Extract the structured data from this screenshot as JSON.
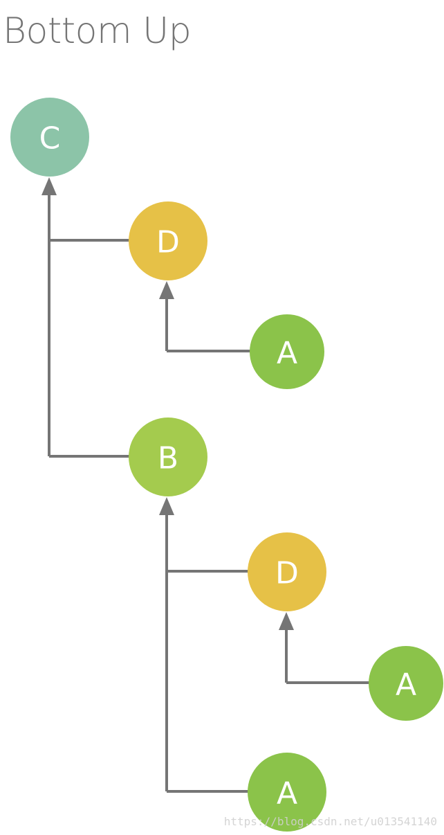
{
  "title": "Bottom Up",
  "colors": {
    "teal": "#8cc4a8",
    "yellow": "#e6c147",
    "light_green": "#a4cb4e",
    "green": "#8bc34a",
    "line": "#757575"
  },
  "nodes": {
    "c": {
      "label": "C",
      "color": "teal"
    },
    "d1": {
      "label": "D",
      "color": "yellow"
    },
    "a1": {
      "label": "A",
      "color": "green"
    },
    "b": {
      "label": "B",
      "color": "light_green"
    },
    "d2": {
      "label": "D",
      "color": "yellow"
    },
    "a2": {
      "label": "A",
      "color": "green"
    },
    "a3": {
      "label": "A",
      "color": "green"
    }
  },
  "edges": [
    {
      "from": "d1",
      "to": "c"
    },
    {
      "from": "b",
      "to": "c"
    },
    {
      "from": "a1",
      "to": "d1"
    },
    {
      "from": "d2",
      "to": "b"
    },
    {
      "from": "a3",
      "to": "b"
    },
    {
      "from": "a2",
      "to": "d2"
    }
  ],
  "watermark": "https://blog.csdn.net/u013541140"
}
